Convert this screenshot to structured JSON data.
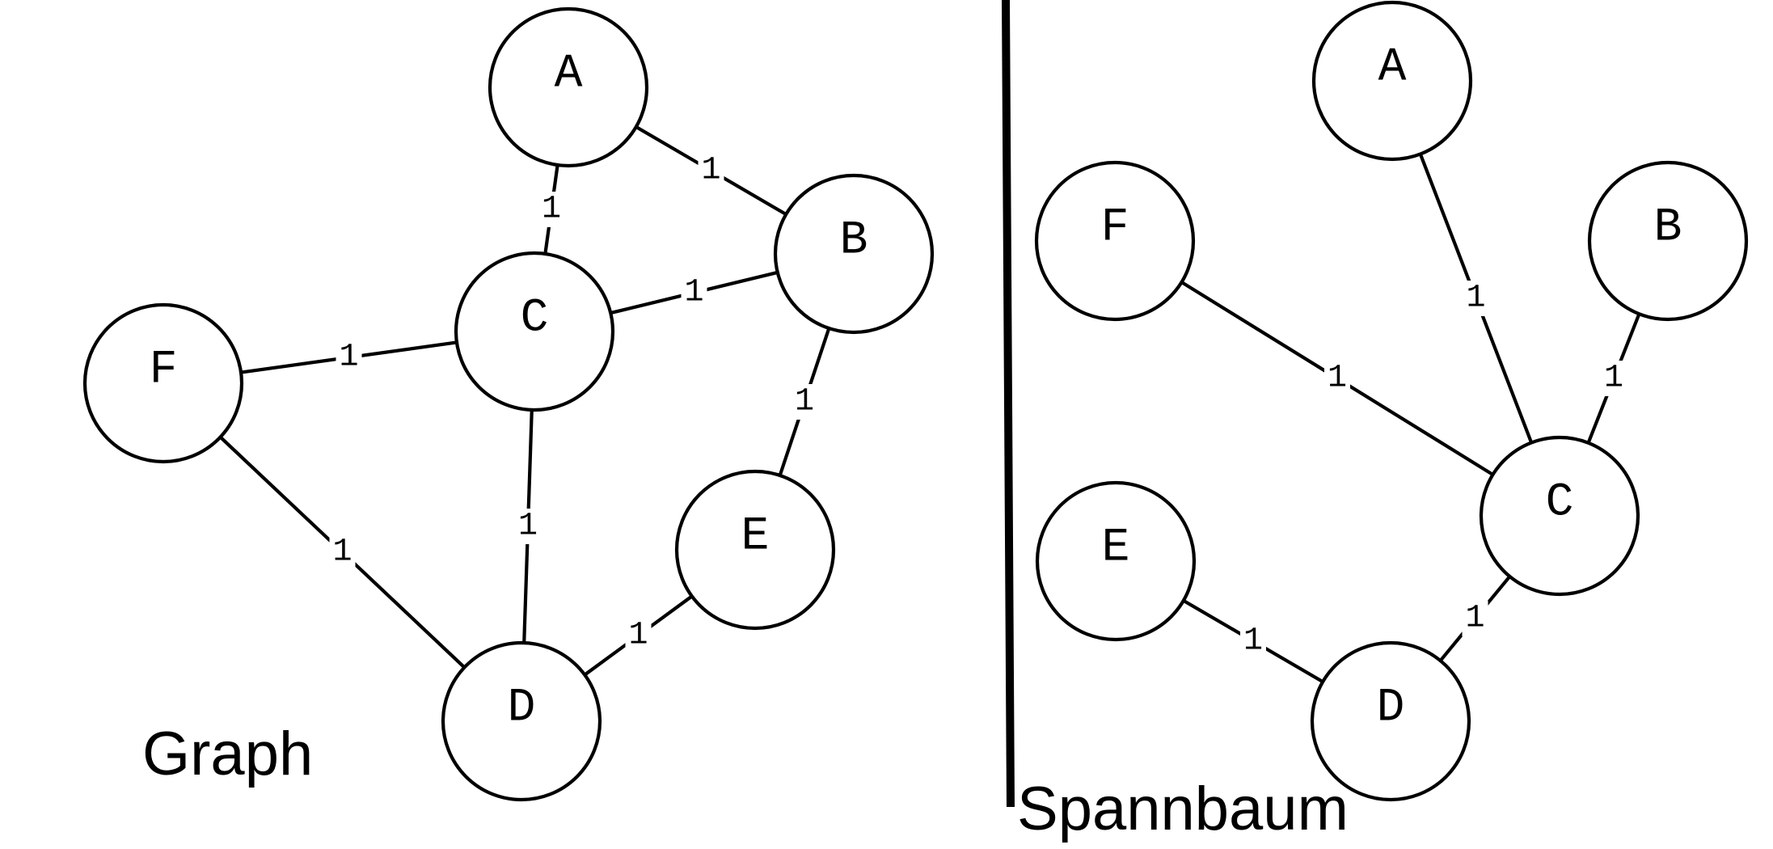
{
  "graph": {
    "caption": "Graph",
    "nodes": [
      {
        "id": "A",
        "label": "A"
      },
      {
        "id": "B",
        "label": "B"
      },
      {
        "id": "C",
        "label": "C"
      },
      {
        "id": "D",
        "label": "D"
      },
      {
        "id": "E",
        "label": "E"
      },
      {
        "id": "F",
        "label": "F"
      }
    ],
    "edges": [
      {
        "from": "A",
        "to": "B",
        "weight": "1"
      },
      {
        "from": "A",
        "to": "C",
        "weight": "1"
      },
      {
        "from": "C",
        "to": "B",
        "weight": "1"
      },
      {
        "from": "F",
        "to": "C",
        "weight": "1"
      },
      {
        "from": "B",
        "to": "E",
        "weight": "1"
      },
      {
        "from": "C",
        "to": "D",
        "weight": "1"
      },
      {
        "from": "F",
        "to": "D",
        "weight": "1"
      },
      {
        "from": "D",
        "to": "E",
        "weight": "1"
      }
    ]
  },
  "spanning_tree": {
    "caption": "Spannbaum",
    "nodes": [
      {
        "id": "A",
        "label": "A"
      },
      {
        "id": "B",
        "label": "B"
      },
      {
        "id": "C",
        "label": "C"
      },
      {
        "id": "D",
        "label": "D"
      },
      {
        "id": "E",
        "label": "E"
      },
      {
        "id": "F",
        "label": "F"
      }
    ],
    "edges": [
      {
        "from": "A",
        "to": "C",
        "weight": "1"
      },
      {
        "from": "B",
        "to": "C",
        "weight": "1"
      },
      {
        "from": "F",
        "to": "C",
        "weight": "1"
      },
      {
        "from": "C",
        "to": "D",
        "weight": "1"
      },
      {
        "from": "E",
        "to": "D",
        "weight": "1"
      }
    ]
  }
}
